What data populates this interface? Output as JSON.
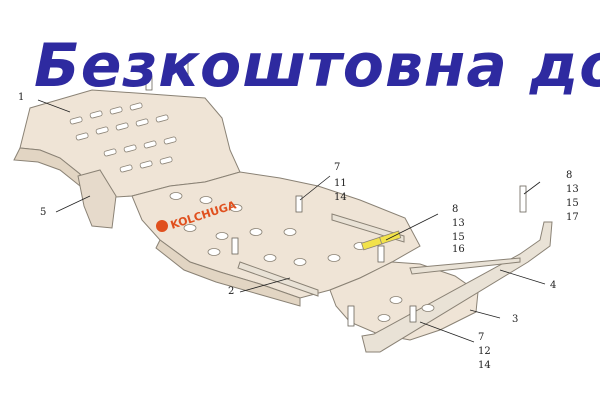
{
  "banner": {
    "text": "Безкоштовна  доставка",
    "color": "#2e2aa0"
  },
  "brand": {
    "text": "KOLCHUGA"
  },
  "callouts": [
    {
      "id": "c1",
      "lines": [
        "1"
      ]
    },
    {
      "id": "c2",
      "lines": [
        "2"
      ]
    },
    {
      "id": "c3",
      "lines": [
        "3"
      ]
    },
    {
      "id": "c4",
      "lines": [
        "4"
      ]
    },
    {
      "id": "c5",
      "lines": [
        "5"
      ]
    },
    {
      "id": "c7a",
      "lines": [
        "7",
        "11",
        "14"
      ]
    },
    {
      "id": "c8a",
      "lines": [
        "8",
        "13",
        "15",
        "16"
      ]
    },
    {
      "id": "c8b",
      "lines": [
        "8",
        "13",
        "15",
        "17"
      ]
    },
    {
      "id": "c7b",
      "lines": [
        "7",
        "12",
        "14"
      ]
    }
  ],
  "colors": {
    "plate": "#efe4d6",
    "plate_edge": "#8a8275",
    "highlight": "#f2e24a",
    "bar": "#e9e2d6"
  }
}
